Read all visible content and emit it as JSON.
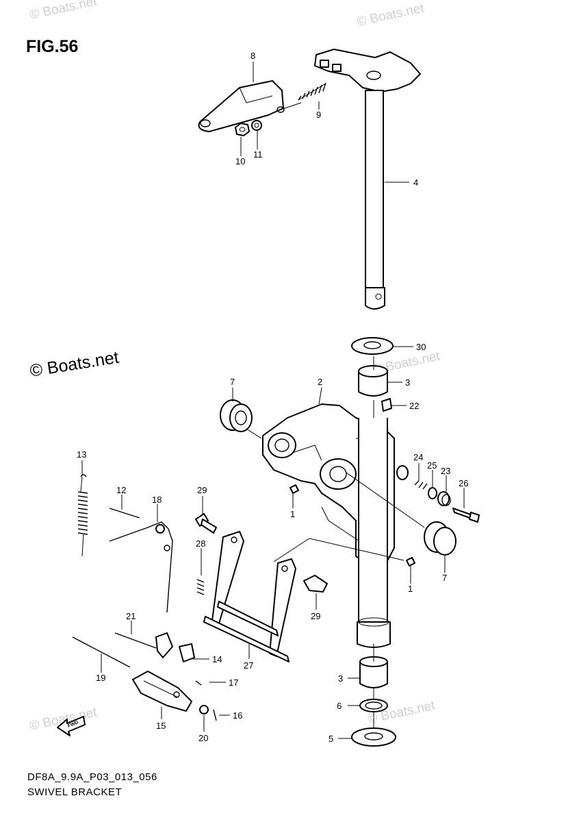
{
  "figure": {
    "title": "FIG.56",
    "code": "DF8A_9.9A_P03_013_056",
    "caption": "SWIVEL BRACKET",
    "copyright": "© Boats.net",
    "watermark": "© Boats.net",
    "fwd_label": "FWD"
  },
  "callouts": [
    {
      "id": "c8",
      "label": "8"
    },
    {
      "id": "c9",
      "label": "9"
    },
    {
      "id": "c10",
      "label": "10"
    },
    {
      "id": "c11",
      "label": "11"
    },
    {
      "id": "c4",
      "label": "4"
    },
    {
      "id": "c30",
      "label": "30"
    },
    {
      "id": "c2",
      "label": "2"
    },
    {
      "id": "c7a",
      "label": "7"
    },
    {
      "id": "c3a",
      "label": "3"
    },
    {
      "id": "c22",
      "label": "22"
    },
    {
      "id": "c13",
      "label": "13"
    },
    {
      "id": "c12",
      "label": "12"
    },
    {
      "id": "c18",
      "label": "18"
    },
    {
      "id": "c29a",
      "label": "29"
    },
    {
      "id": "c1a",
      "label": "1"
    },
    {
      "id": "c24",
      "label": "24"
    },
    {
      "id": "c25",
      "label": "25"
    },
    {
      "id": "c23",
      "label": "23"
    },
    {
      "id": "c26",
      "label": "26"
    },
    {
      "id": "c28",
      "label": "28"
    },
    {
      "id": "c7b",
      "label": "7"
    },
    {
      "id": "c1b",
      "label": "1"
    },
    {
      "id": "c29b",
      "label": "29"
    },
    {
      "id": "c21",
      "label": "21"
    },
    {
      "id": "c14",
      "label": "14"
    },
    {
      "id": "c27",
      "label": "27"
    },
    {
      "id": "c19",
      "label": "19"
    },
    {
      "id": "c17",
      "label": "17"
    },
    {
      "id": "c3b",
      "label": "3"
    },
    {
      "id": "c6",
      "label": "6"
    },
    {
      "id": "c15",
      "label": "15"
    },
    {
      "id": "c16",
      "label": "16"
    },
    {
      "id": "c20",
      "label": "20"
    },
    {
      "id": "c5",
      "label": "5"
    }
  ]
}
